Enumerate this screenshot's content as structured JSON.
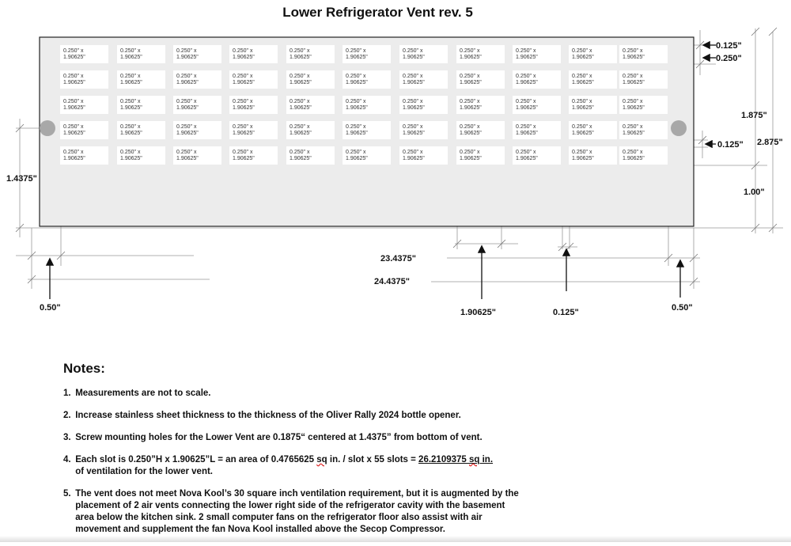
{
  "title": "Lower Refrigerator Vent rev. 5",
  "slots": {
    "rows": 5,
    "columns": 11,
    "label_line1": "0.250\" x",
    "label_line2": "1.90625\""
  },
  "dimensions": {
    "top_margin": "0.125\"",
    "slot_height": "0.250\"",
    "slot_gap": "0.125\"",
    "slot_block_height": "1.875\"",
    "total_height": "2.875\"",
    "bottom_margin": "1.00\"",
    "hole_height": "1.4375\"",
    "inner_width": "23.4375\"",
    "total_width": "24.4375\"",
    "left_margin": "0.50\"",
    "slot_length": "1.90625\"",
    "slot_spacing": "0.125\"",
    "right_margin": "0.50\""
  },
  "colors": {
    "plate": "#ececec",
    "hole": "#a8a8a8",
    "slot": "#ffffff"
  },
  "notes": {
    "heading": "Notes:",
    "items": [
      {
        "num": "1.",
        "text": "Measurements are not to scale."
      },
      {
        "num": "2.",
        "text": "Increase stainless sheet thickness to the thickness of the Oliver Rally 2024 bottle opener."
      },
      {
        "num": "3.",
        "text": "Screw mounting holes for the Lower Vent are 0.1875“ centered at 1.4375” from bottom of vent."
      },
      {
        "num": "4.",
        "text_a": "Each slot is 0.250”H x 1.90625”L = an area of 0.4765625 ",
        "sq": "sq",
        "text_b": " in. / slot x 55 slots = ",
        "total": "26.2109375 ",
        "total_sq": "sq",
        "total_in": " in.",
        "text_c": "of ventilation for the lower vent."
      },
      {
        "num": "5.",
        "text": "The vent does not meet Nova Kool’s 30 square inch ventilation requirement, but it is augmented by the placement of 2 air vents connecting the lower right side of the refrigerator cavity with the basement area below the kitchen sink.  2 small computer fans on the refrigerator floor also assist with air movement and supplement the fan Nova Kool installed above the Secop Compressor."
      }
    ]
  }
}
